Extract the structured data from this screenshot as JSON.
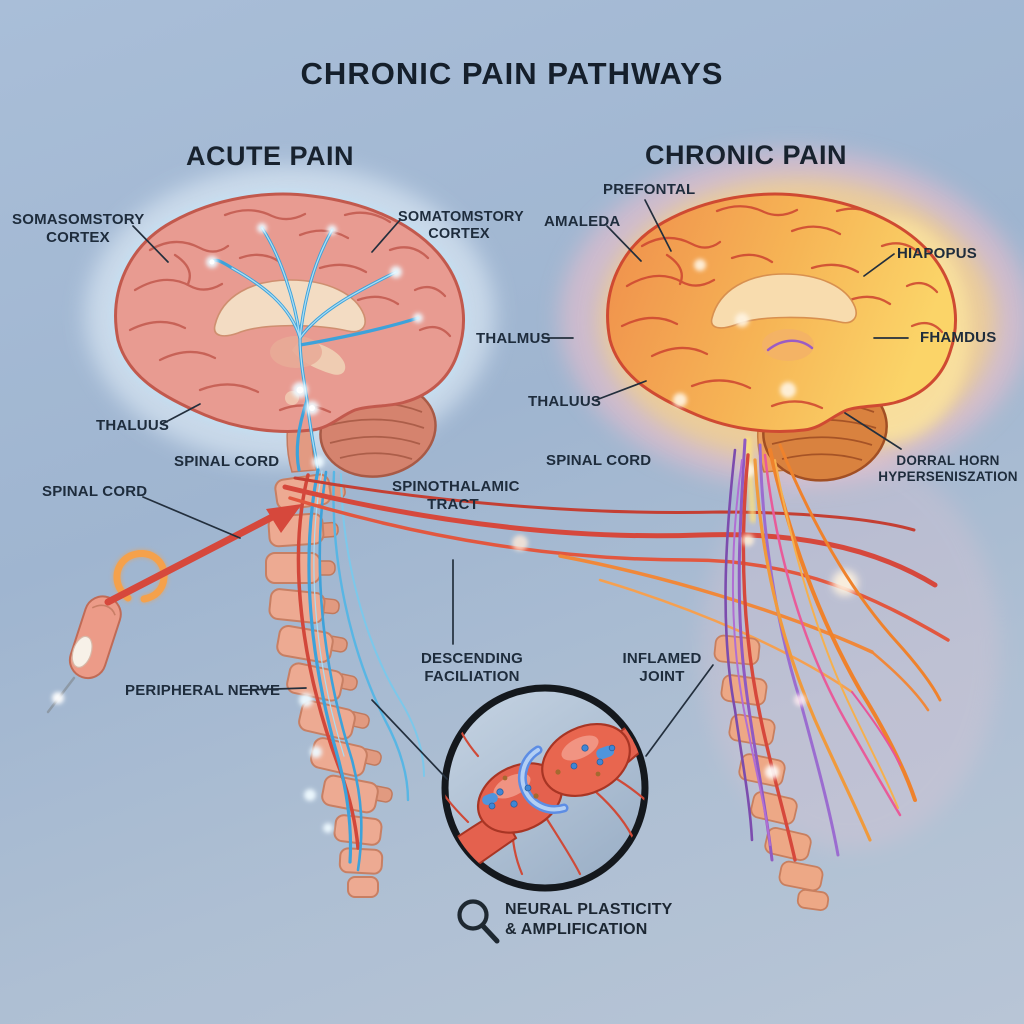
{
  "title": "CHRONIC PAIN PATHWAYS",
  "sections": {
    "acute": {
      "heading": "ACUTE PAIN"
    },
    "chronic": {
      "heading": "CHRONIC PAIN"
    }
  },
  "labels": [
    {
      "id": "somatosensory-cortex-acute-left",
      "text": "SOMASOMSTORY CORTEX"
    },
    {
      "id": "somatosensory-cortex-acute-right",
      "text": "SOMATOMSTORY CORTEX"
    },
    {
      "id": "thalamus-acute",
      "text": "THALUUS"
    },
    {
      "id": "spinal-cord-acute",
      "text": "SPINAL CORD"
    },
    {
      "id": "spinal-cord-acute-far-left",
      "text": "SPINAL CORD"
    },
    {
      "id": "spinothalamic-tract",
      "text": "SPINOTHALAMIC TRACT"
    },
    {
      "id": "peripheral-nerve",
      "text": "PERIPHERAL NERVE"
    },
    {
      "id": "descending-faciliation",
      "text": "DESCENDING FACILIATION"
    },
    {
      "id": "prefrontal",
      "text": "PREFONTAL"
    },
    {
      "id": "amygdala",
      "text": "AMALEDA"
    },
    {
      "id": "thalamus-chronic-upper",
      "text": "THALMUS"
    },
    {
      "id": "thalamus-chronic-lower",
      "text": "THALUUS"
    },
    {
      "id": "spinal-cord-chronic",
      "text": "SPINAL CORD"
    },
    {
      "id": "hippocampus",
      "text": "HIAPOPUS"
    },
    {
      "id": "thalamus-chronic-right",
      "text": "FHAMDUS"
    },
    {
      "id": "dorsal-horn-hypersensitization",
      "text": "DORRAL HORN HYPERSENISZATION"
    },
    {
      "id": "inflamed-joint",
      "text": "INFLAMED JOINT"
    }
  ],
  "inset": {
    "icon": "magnifier-icon",
    "caption_line1": "NEURAL PLASTICITY",
    "caption_line2": "& AMPLIFICATION"
  },
  "colors": {
    "background_top": "#a9bed8",
    "background_bottom": "#b8c5d6",
    "label_text": "#1e2c3c",
    "acute_brain": "#e89b91",
    "acute_sulci": "#c2594d",
    "acute_pathway_blue": "#3da2da",
    "chronic_brain_front": "#ef8e4c",
    "chronic_brain_glow": "#fbd468",
    "chronic_sulci": "#cf4a32",
    "fiber_purple": "#8f5ac2",
    "fiber_orange": "#ef822c",
    "fiber_red": "#d6483c",
    "fiber_magenta": "#e85b9a",
    "vertebra": "#edaa92",
    "inset_ring": "#14181d",
    "synapse_red": "#e4614e",
    "synapse_blue_band": "#5d8de4"
  }
}
